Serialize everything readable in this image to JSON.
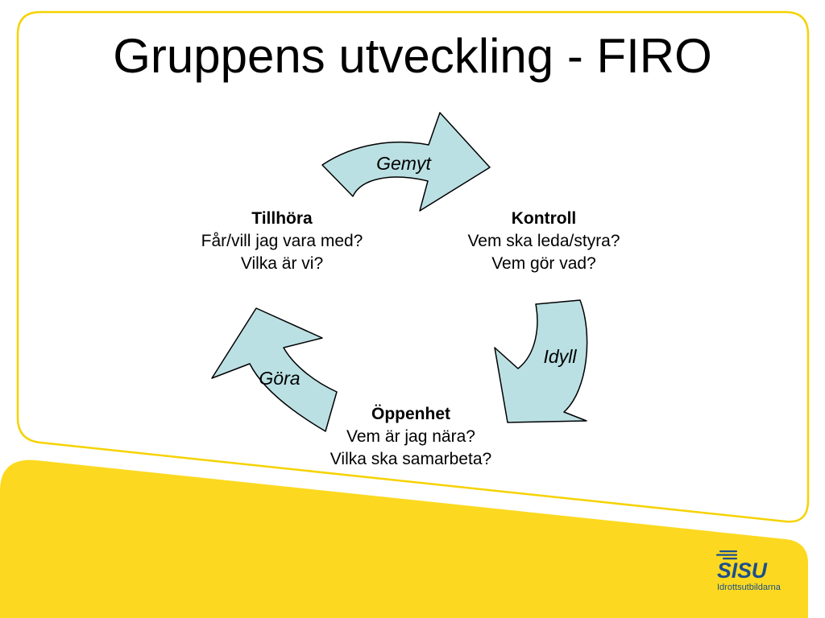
{
  "title": "Gruppens utveckling - FIRO",
  "stages": {
    "tillhora": {
      "heading": "Tillhöra",
      "lines": [
        "Får/vill jag vara med?",
        "Vilka är vi?"
      ]
    },
    "kontroll": {
      "heading": "Kontroll",
      "lines": [
        "Vem ska leda/styra?",
        "Vem gör vad?"
      ]
    },
    "oppenhet": {
      "heading": "Öppenhet",
      "lines": [
        "Vem är jag nära?",
        "Vilka ska samarbeta?"
      ]
    }
  },
  "arrows": {
    "gemyt": "Gemyt",
    "idyll": "Idyll",
    "gora": "Göra"
  },
  "logo": {
    "brand": "SISU",
    "tagline": "Idrottsutbildarna"
  },
  "colors": {
    "frame_border": "#f6d200",
    "yellow_band": "#fcd920",
    "arrow_fill": "#bbe0e3",
    "arrow_stroke": "#000000",
    "logo_blue": "#1c4f8c"
  }
}
